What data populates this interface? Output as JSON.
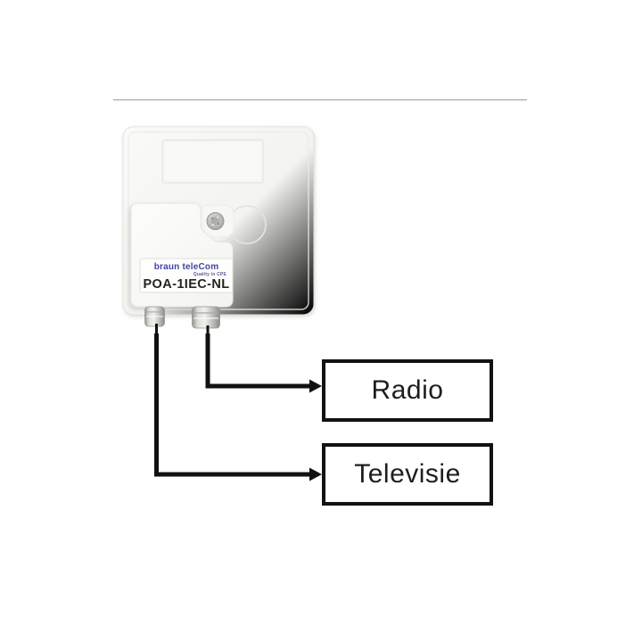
{
  "scene": {
    "background_color": "#ffffff",
    "divider_color": "#bdbdc3"
  },
  "device": {
    "brand": "braun teleCom",
    "tagline": "Quality in CPE",
    "model": "POA-1IEC-NL",
    "brand_color": "#4343a7",
    "body_color": "#f4f4f1"
  },
  "diagram": {
    "line_color": "#111111",
    "outputs": [
      {
        "label": "Radio"
      },
      {
        "label": "Televisie"
      }
    ]
  }
}
